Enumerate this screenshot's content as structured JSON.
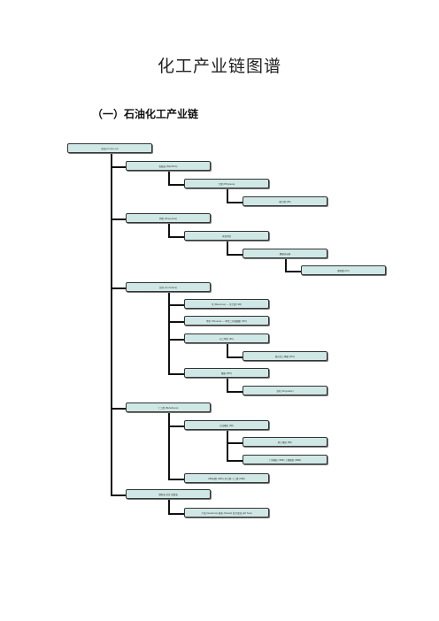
{
  "document": {
    "title": "化工产业链图谱",
    "section_title": "（一）石油化工产业链"
  },
  "nodes": [
    {
      "id": "n0",
      "label": "原油 (Crude oil)"
    },
    {
      "id": "n1",
      "label": "石脑油 (Naphtha)"
    },
    {
      "id": "n2",
      "label": "乙烯 (Ethylene)"
    },
    {
      "id": "n3",
      "label": "聚乙烯 (PE)"
    },
    {
      "id": "n4",
      "label": "丙烯 (Propylene)"
    },
    {
      "id": "n5",
      "label": "环氧丙烷"
    },
    {
      "id": "n6",
      "label": "聚醚多元醇"
    },
    {
      "id": "n7",
      "label": "聚氨酯 (PU)"
    },
    {
      "id": "n8",
      "label": "芳烃 (Aromatics)"
    },
    {
      "id": "n9",
      "label": "苯 (Benzene) — 苯乙烯 (SM)"
    },
    {
      "id": "n10",
      "label": "甲苯 (Toluene) — 甲苯二异氰酸酯 (TDI)"
    },
    {
      "id": "n11",
      "label": "对二甲苯 (PX)"
    },
    {
      "id": "n12",
      "label": "精对苯二甲酸 (PTA)"
    },
    {
      "id": "n13",
      "label": "聚酯 (PET)"
    },
    {
      "id": "n14",
      "label": "涤纶 (Polyester)"
    },
    {
      "id": "n15",
      "label": "丁二烯 (Butadiene)"
    },
    {
      "id": "n16",
      "label": "合成橡胶 (SR)"
    },
    {
      "id": "n17",
      "label": "顺丁橡胶 (BR)"
    },
    {
      "id": "n18",
      "label": "丁苯橡胶 (SBR)  丁腈橡胶 (NBR)"
    },
    {
      "id": "n19",
      "label": "ABS树脂 (ABS)  苯乙烯-丁二烯 (SBS)"
    },
    {
      "id": "n20",
      "label": "燃料油  沥青  润滑油"
    },
    {
      "id": "n21",
      "label": "汽油 (Gasoline)  柴油 (Diesel)  航空煤油 (Jet fuel)"
    }
  ]
}
